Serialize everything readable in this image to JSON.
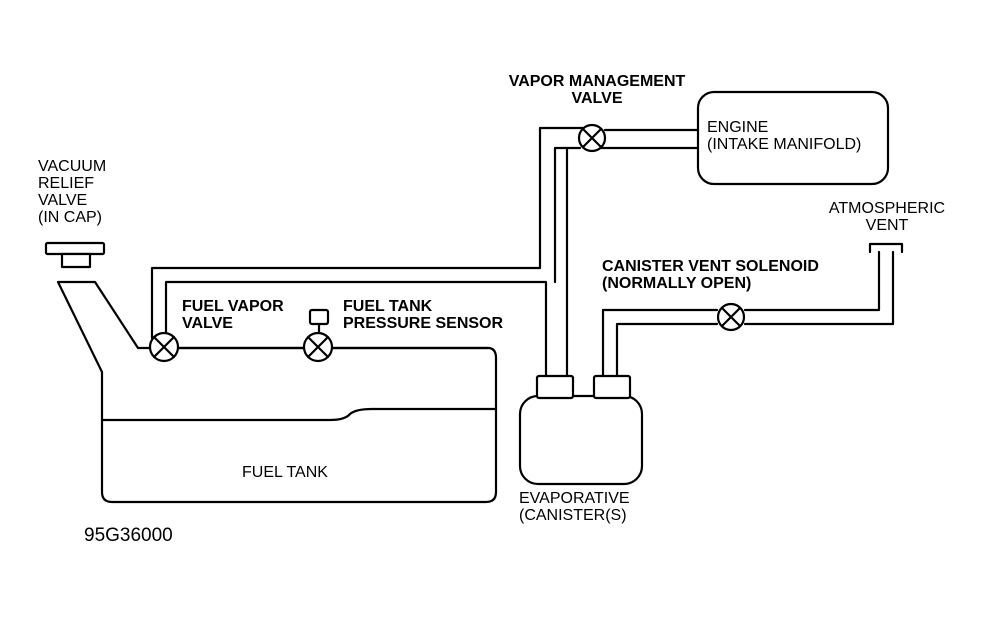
{
  "diagram": {
    "labels": {
      "vacuum_relief_valve": "VACUUM\nRELIEF\nVALVE\n(IN CAP)",
      "fuel_vapor_valve": "FUEL VAPOR\nVALVE",
      "fuel_tank_pressure_sensor": "FUEL TANK\nPRESSURE SENSOR",
      "vapor_management_valve": "VAPOR MANAGEMENT\nVALVE",
      "engine": "ENGINE\n(INTAKE MANIFOLD)",
      "atmospheric_vent": "ATMOSPHERIC\nVENT",
      "canister_vent_solenoid": "CANISTER VENT SOLENOID\n(NORMALLY OPEN)",
      "fuel_tank": "FUEL TANK",
      "evaporative_canister": "EVAPORATIVE\n(CANISTER(S)",
      "figure_id": "95G36000"
    },
    "colors": {
      "line": "#000000",
      "background": "#ffffff"
    }
  }
}
